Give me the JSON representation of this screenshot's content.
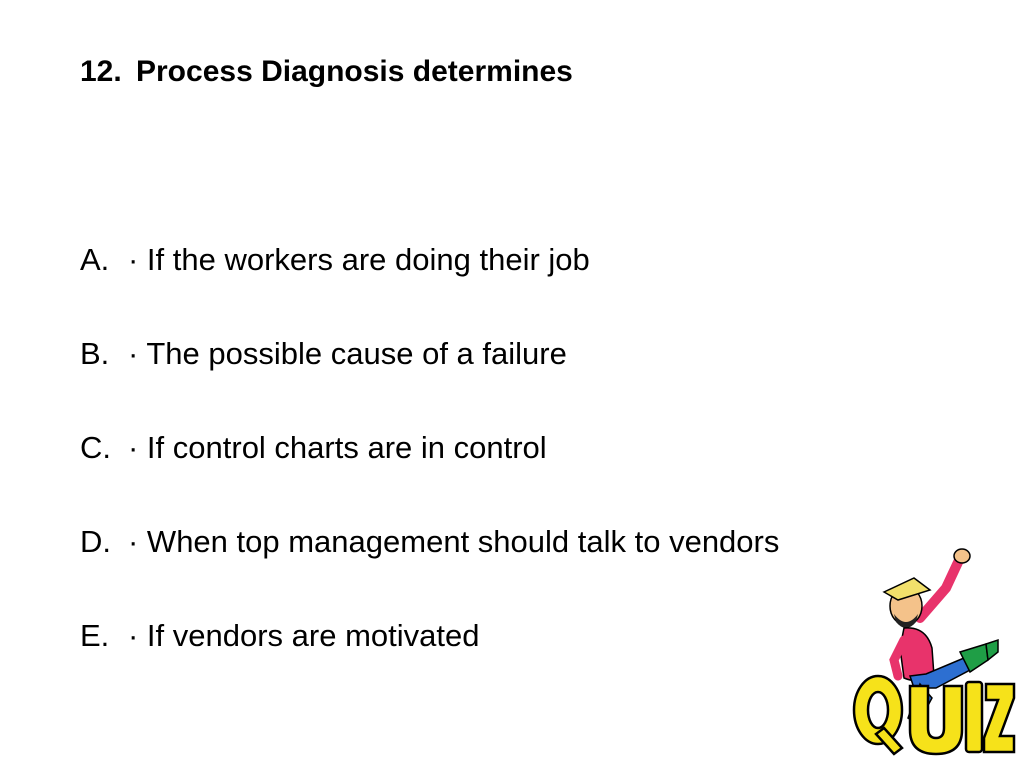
{
  "slide": {
    "question": {
      "number": "12.",
      "text": "Process Diagnosis determines"
    },
    "options": [
      {
        "letter": "A.",
        "text": "· If the workers are doing their job"
      },
      {
        "letter": "B.",
        "text": "· The possible cause of a failure"
      },
      {
        "letter": "C.",
        "text": "· If control charts are in control"
      },
      {
        "letter": "D.",
        "text": "· When top management should talk to vendors"
      },
      {
        "letter": "E.",
        "text": "· If vendors are motivated"
      }
    ],
    "clipart": {
      "icon": "quiz-character-clipart",
      "lettering": "QUIZ",
      "colors": {
        "letters": "#f6e21a",
        "shirt": "#e8336b",
        "pants": "#2d6fd1",
        "boots": "#1f9e46",
        "hat": "#f2e06b",
        "skin": "#f4c28a"
      }
    }
  }
}
